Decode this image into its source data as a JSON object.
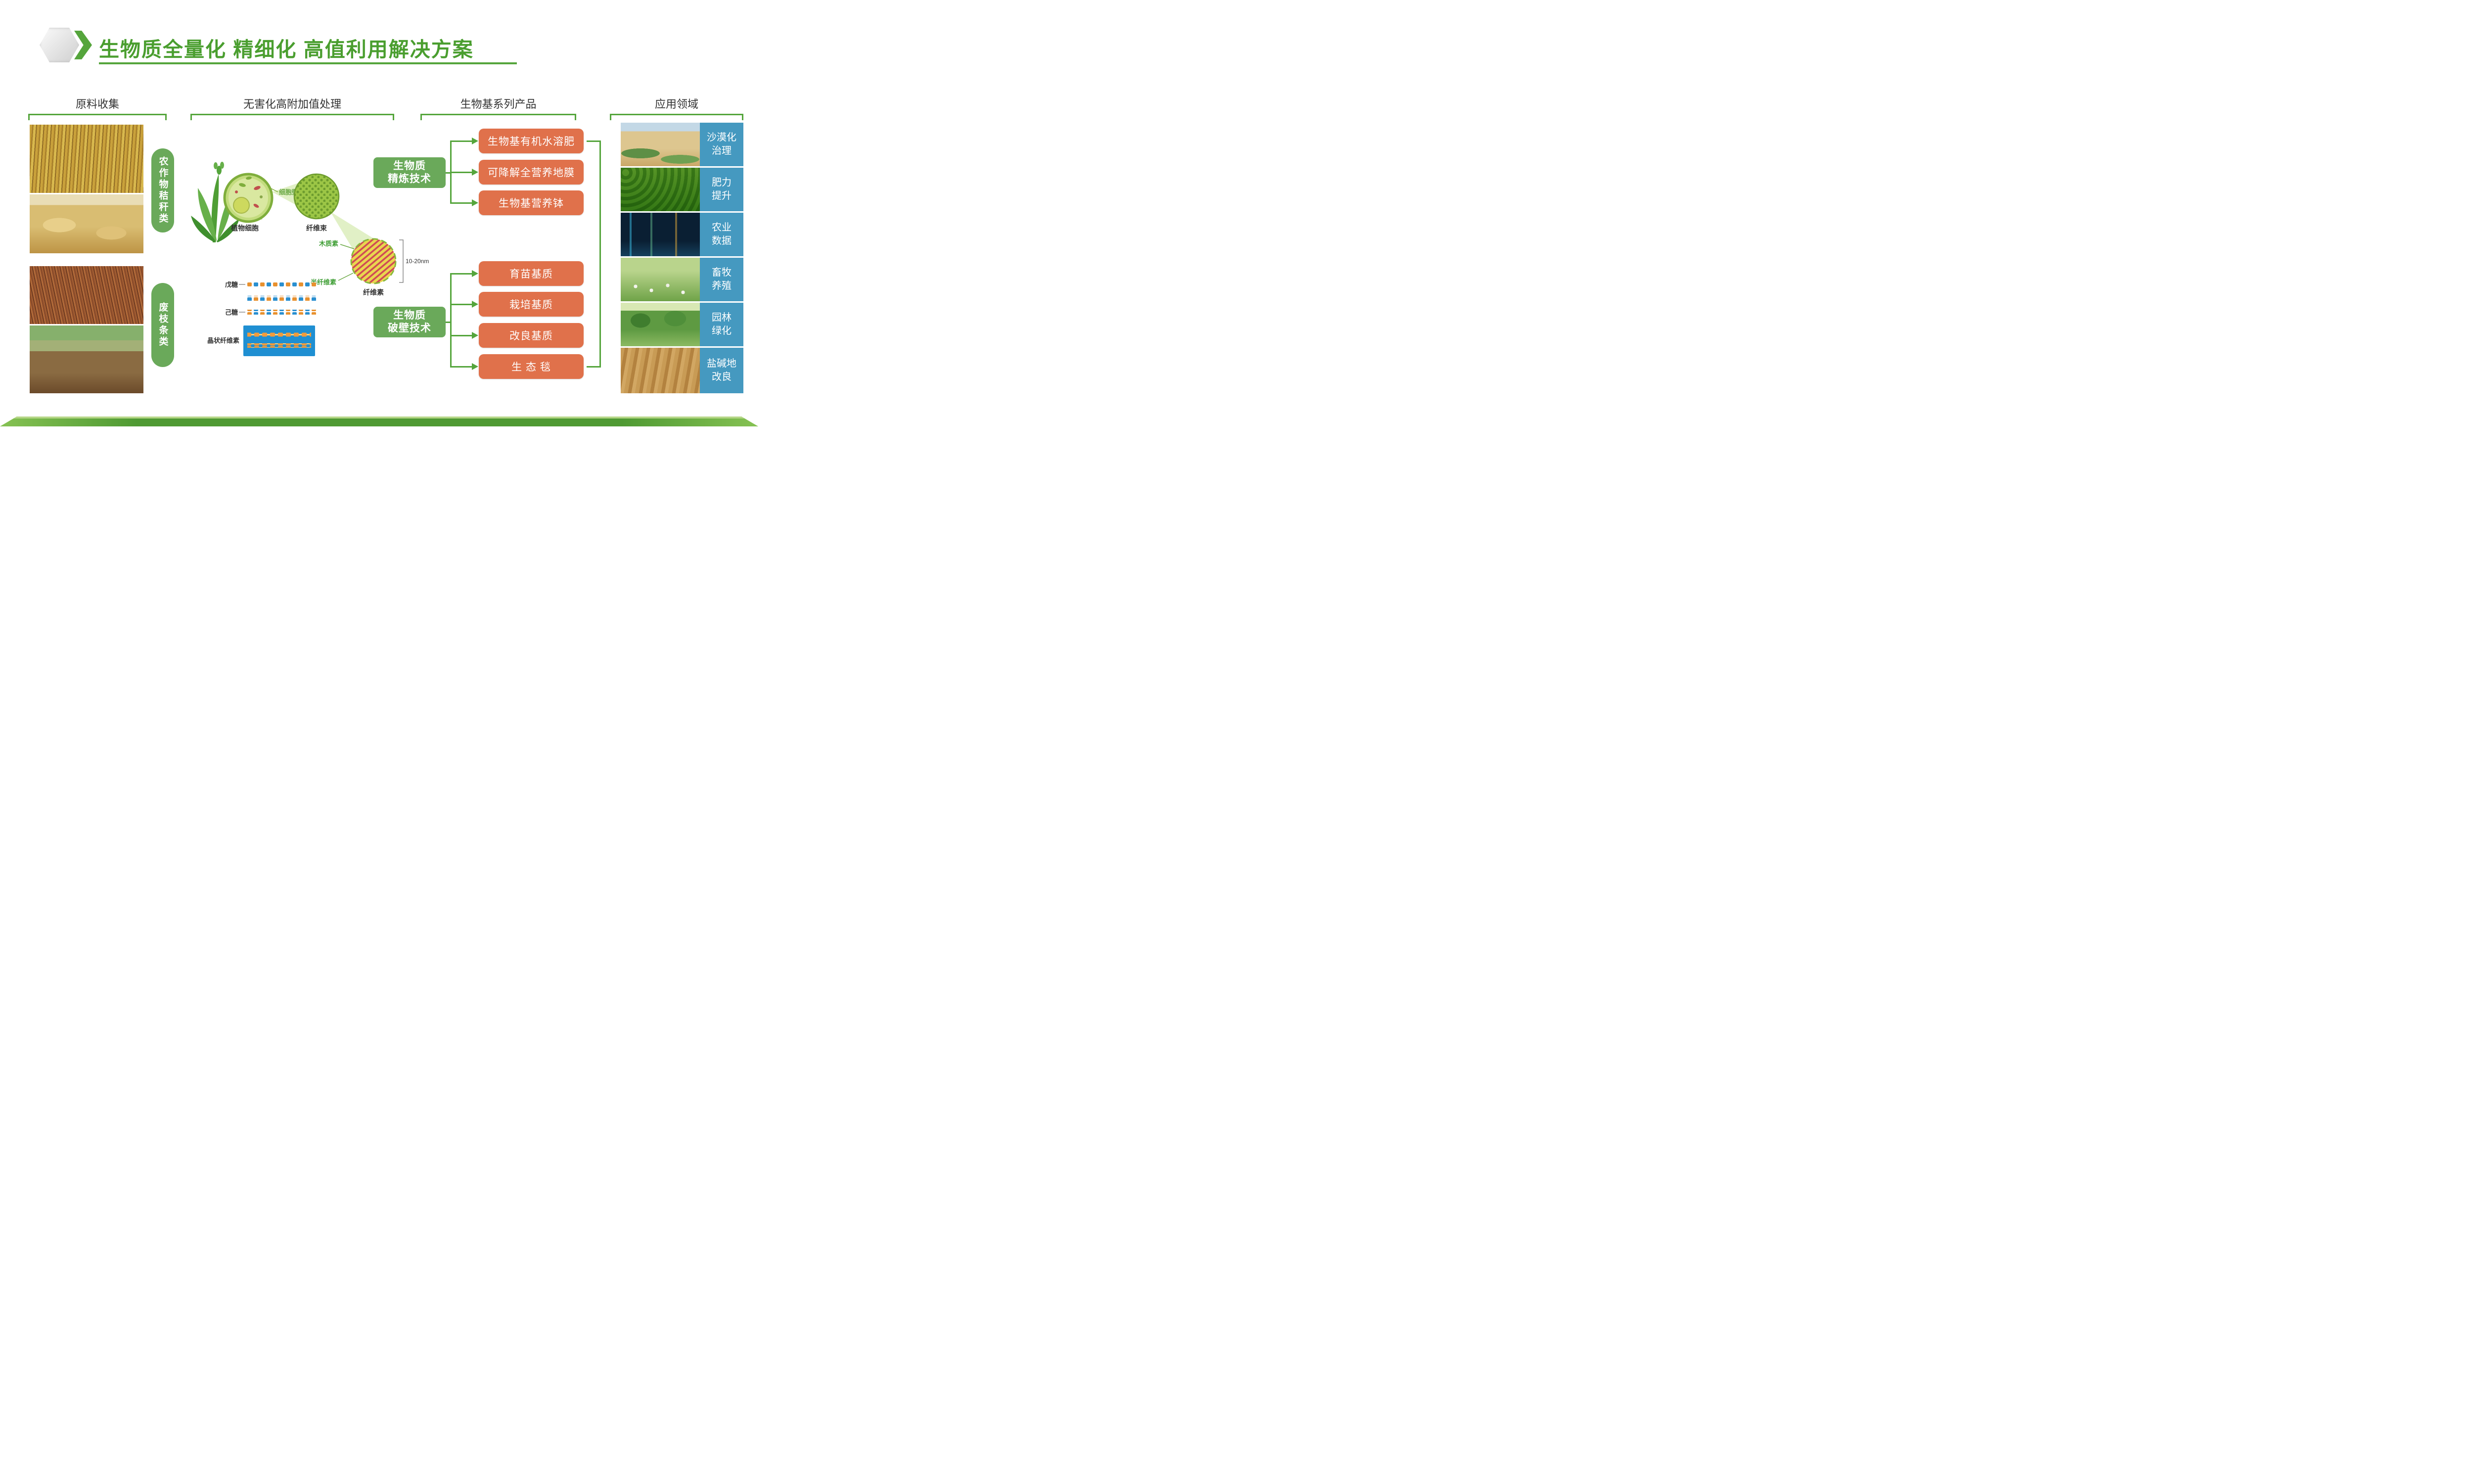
{
  "title": "生物质全量化 精细化 高值利用解决方案",
  "collection": {
    "header": "原料收集",
    "categories": [
      "农作物秸秆类",
      "废枝条类"
    ]
  },
  "processing": {
    "header": "无害化高附加值处理",
    "labels": {
      "plant_cell": "植物细胞",
      "cell_wall": "细胞壁",
      "fiber_bundle": "纤维束",
      "lignin": "木质素",
      "hemicellulose": "半纤维素",
      "cellulose": "纤维素",
      "scale": "10-20nm",
      "pentose": "戊糖",
      "hexose": "己糖",
      "crystalline_cellulose": "晶状纤维素"
    }
  },
  "products": {
    "header": "生物基系列产品",
    "refining": {
      "tech_line1": "生物质",
      "tech_line2": "精炼技术",
      "items": [
        "生物基有机水溶肥",
        "可降解全营养地膜",
        "生物基营养钵"
      ]
    },
    "wall_breaking": {
      "tech_line1": "生物质",
      "tech_line2": "破壁技术",
      "items": [
        "育苗基质",
        "栽培基质",
        "改良基质",
        "生 态 毯"
      ]
    }
  },
  "applications": {
    "header": "应用领域",
    "items": [
      {
        "line1": "沙漠化",
        "line2": "治理"
      },
      {
        "line1": "肥力",
        "line2": "提升"
      },
      {
        "line1": "农业",
        "line2": "数据"
      },
      {
        "line1": "畜牧",
        "line2": "养殖"
      },
      {
        "line1": "园林",
        "line2": "绿化"
      },
      {
        "line1": "盐碱地",
        "line2": "改良"
      }
    ]
  },
  "colors": {
    "accent_green": "#55a53c",
    "title_green": "#4a9e2f",
    "label_green": "#6aa95a",
    "product_orange": "#e0714b",
    "application_blue": "#4599c0"
  }
}
